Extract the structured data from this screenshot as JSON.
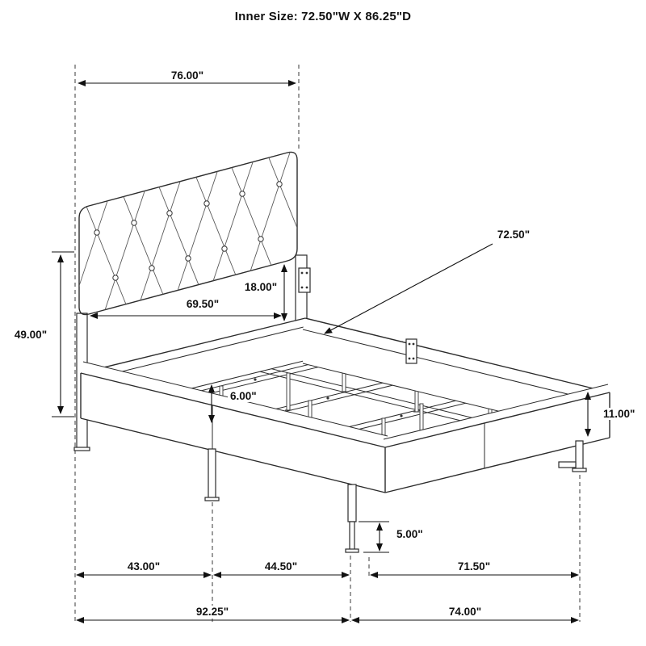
{
  "title": "Inner Size: 72.50\"W X 86.25\"D",
  "colors": {
    "line": "#2b2b2b",
    "background": "#ffffff"
  },
  "dimensions": {
    "headboard_width": "76.00\"",
    "inner_width": "72.50\"",
    "headboard_clearance": "18.00\"",
    "headboard_inner_width": "69.50\"",
    "headboard_height": "49.00\"",
    "slat_leg_height": "6.00\"",
    "rail_height": "11.00\"",
    "foot_leg_height": "5.00\"",
    "segment_left": "43.00\"",
    "segment_middle": "44.50\"",
    "segment_right": "71.50\"",
    "overall_width": "92.25\"",
    "overall_depth": "74.00\""
  }
}
